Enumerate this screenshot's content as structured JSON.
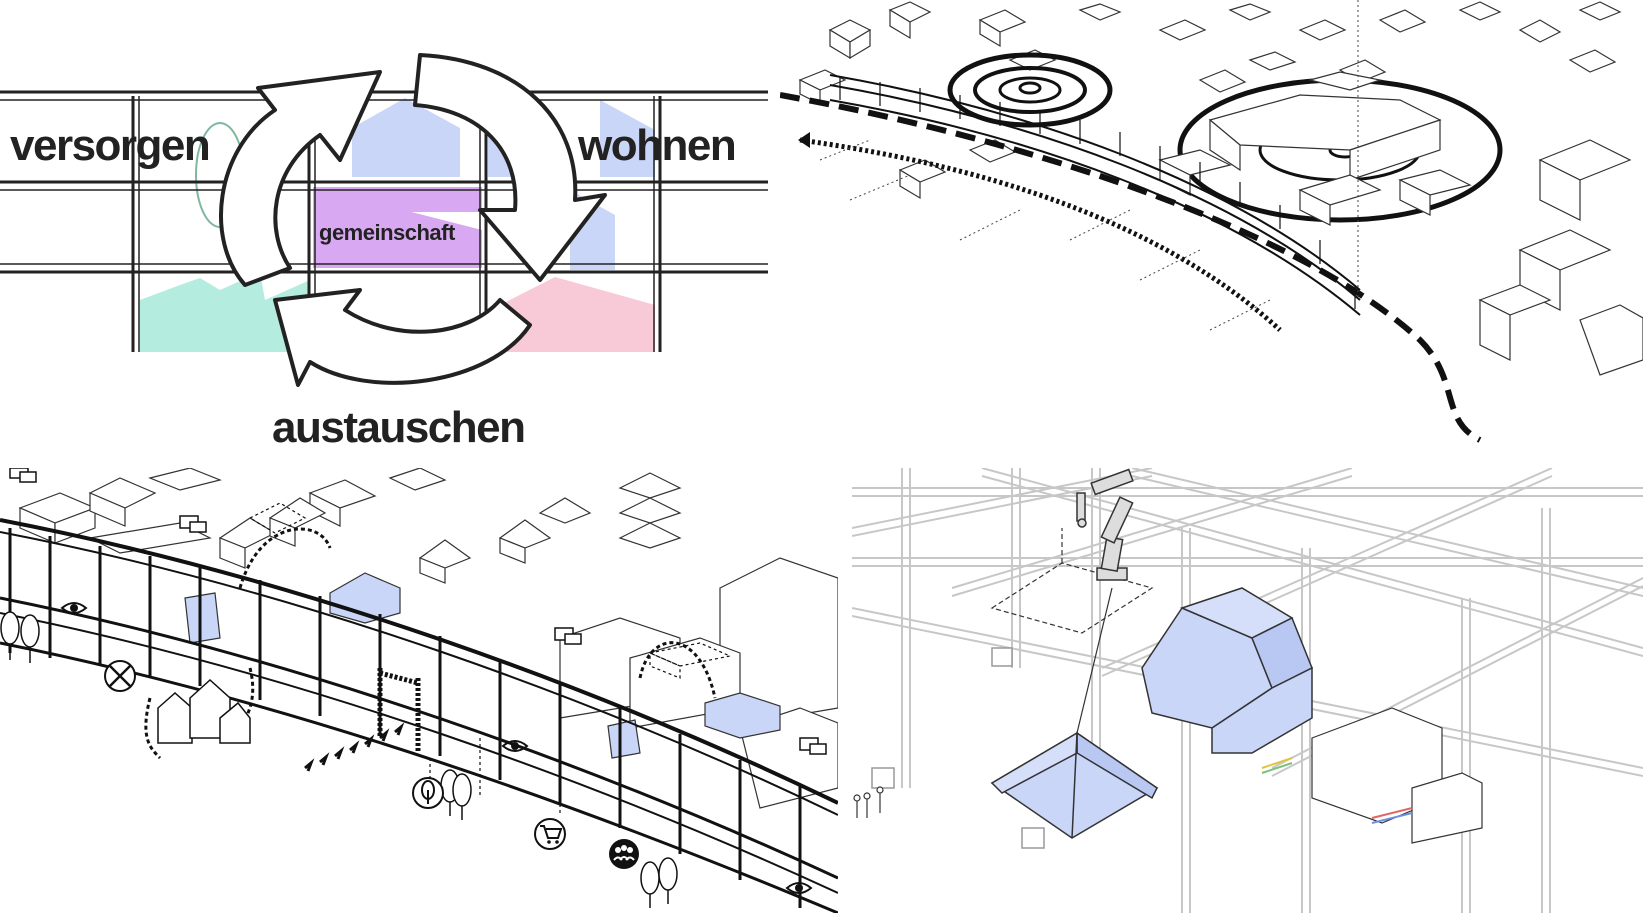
{
  "cycle_diagram": {
    "labels": {
      "top_left": "versorgen",
      "top_right": "wohnen",
      "bottom": "austauschen",
      "center": "gemeinschaft"
    },
    "colors": {
      "wohnen_fill": "#c9d6f7",
      "gemeinschaft_fill": "#d9a8f2",
      "versorgen_fill": "#b5ece0",
      "austauschen_fill": "#f8cad8",
      "outline": "#222222"
    }
  },
  "icons": [
    "eye-icon",
    "tools-icon",
    "speech-bubble-icon",
    "tree-icon",
    "cart-icon",
    "people-icon",
    "robot-arm-icon"
  ]
}
